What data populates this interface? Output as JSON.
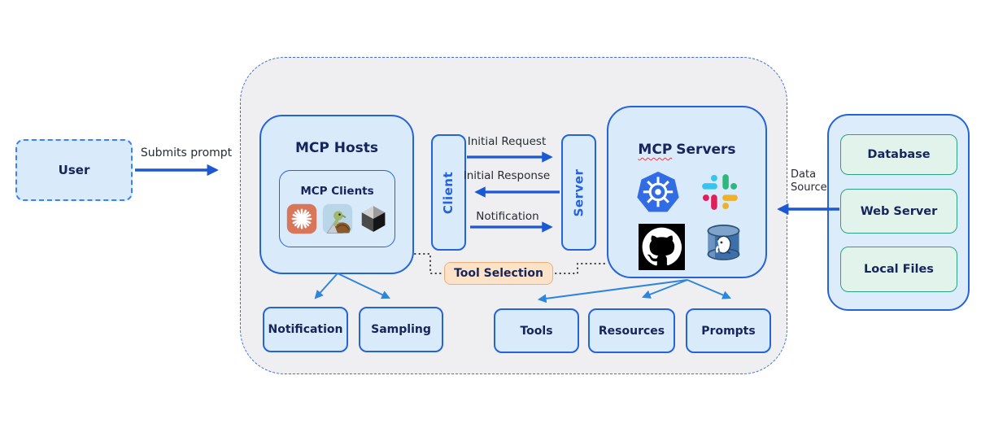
{
  "diagram": {
    "user_box": {
      "label": "User"
    },
    "edges": {
      "submits_prompt": "Submits prompt",
      "initial_request": "Initial Request",
      "initial_response": "Initial Response",
      "notification": "Notification",
      "data_source": "Data Source",
      "tool_selection": "Tool Selection"
    },
    "mcp_hosts": {
      "title": "MCP Hosts",
      "mcp_clients": {
        "title": "MCP Clients",
        "icons": [
          "claude-icon",
          "turtle-reader-icon",
          "cursor-cube-icon"
        ]
      }
    },
    "protocol": {
      "client_label": "Client",
      "server_label": "Server"
    },
    "mcp_servers": {
      "title_word_underlined": "MCP",
      "title_rest": "Servers",
      "icons": [
        "kubernetes-icon",
        "slack-icon",
        "github-icon",
        "postgresql-icon"
      ]
    },
    "host_children": [
      {
        "label": "Notification"
      },
      {
        "label": "Sampling"
      }
    ],
    "server_children": [
      {
        "label": "Tools"
      },
      {
        "label": "Resources"
      },
      {
        "label": "Prompts"
      }
    ],
    "data_sources": {
      "items": [
        {
          "label": "Database"
        },
        {
          "label": "Web Server"
        },
        {
          "label": "Local Files"
        }
      ]
    },
    "colors": {
      "box_fill": "#d9eafb",
      "box_border": "#2563d8",
      "container_fill": "#efeff1",
      "container_dashed_border": "#3f6fd6",
      "arrow_blue": "#1c57d4",
      "arrow_light_blue": "#2e86dc",
      "tool_selection_fill": "#fce3c7",
      "tool_selection_border": "#f0ad77",
      "green_fill": "#e2f3ec",
      "green_border": "#2aa283",
      "text_navy": "#16245c",
      "spellcheck_red": "#e23b3b",
      "dotted_connector": "#3a3a3a"
    }
  }
}
